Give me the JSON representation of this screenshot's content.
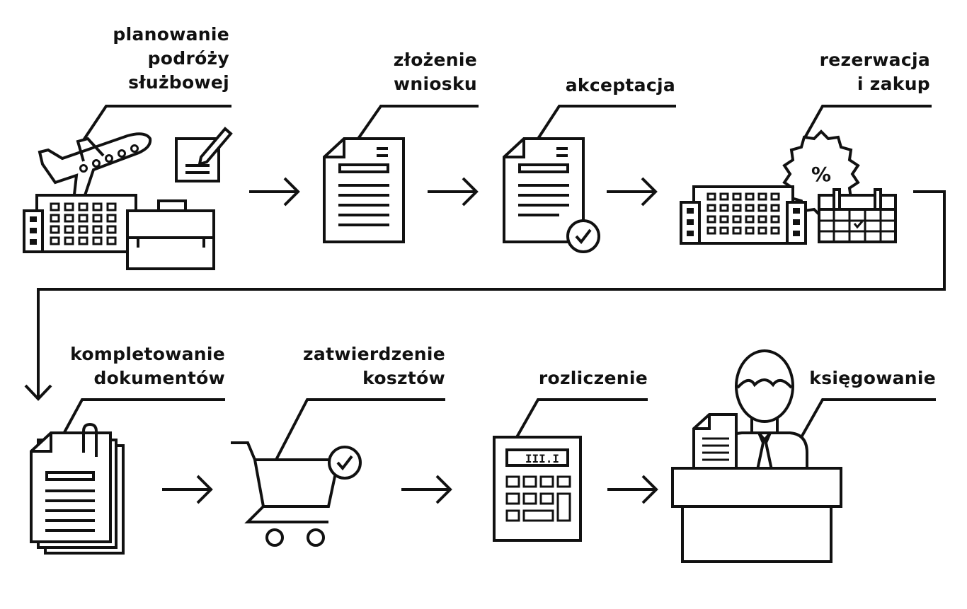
{
  "steps": [
    {
      "id": "planning",
      "lines": [
        "planowanie",
        "podróży",
        "służbowej"
      ],
      "icon": "plane-building-briefcase-icon"
    },
    {
      "id": "application",
      "lines": [
        "złożenie",
        "wniosku"
      ],
      "icon": "document-icon"
    },
    {
      "id": "acceptance",
      "lines": [
        "akceptacja"
      ],
      "icon": "document-check-icon"
    },
    {
      "id": "booking",
      "lines": [
        "rezerwacja",
        "i zakup"
      ],
      "icon": "hotel-discount-calendar-icon"
    },
    {
      "id": "collecting",
      "lines": [
        "kompletowanie",
        "dokumentów"
      ],
      "icon": "stacked-documents-clip-icon"
    },
    {
      "id": "cost-approval",
      "lines": [
        "zatwierdzenie",
        "kosztów"
      ],
      "icon": "shopping-cart-check-icon"
    },
    {
      "id": "settlement",
      "lines": [
        "rozliczenie"
      ],
      "icon": "calculator-icon"
    },
    {
      "id": "accounting",
      "lines": [
        "księgowanie"
      ],
      "icon": "accountant-desk-icon"
    }
  ],
  "calculator_display": "III.I"
}
